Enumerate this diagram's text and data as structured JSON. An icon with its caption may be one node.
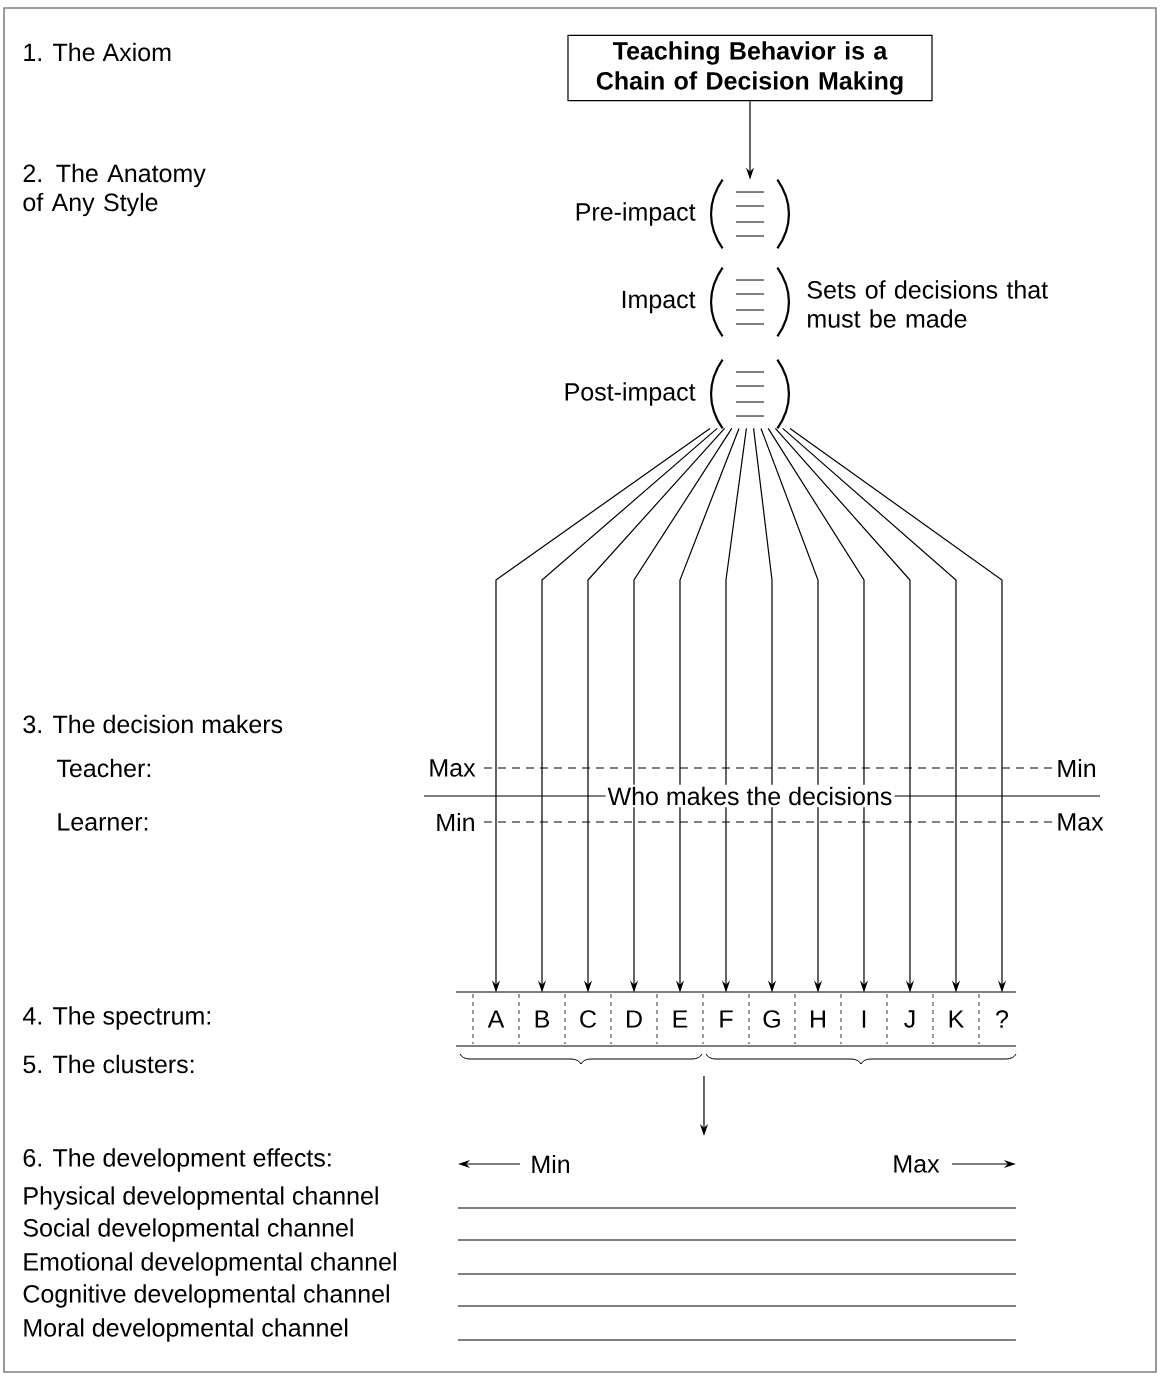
{
  "diagram": {
    "nodes": [
      {
        "text": [
          "Teaching Behavior is a Chain of Decision Making"
        ]
      },
      {
        "text": [],
        "shape": "bracket",
        "beside": [
          "Pre-impact"
        ]
      },
      {
        "text": [],
        "shape": "bracket",
        "beside": [
          "Impact",
          "Sets of decisions that must be made"
        ]
      },
      {
        "text": [],
        "shape": "bracket",
        "beside": [
          "Post-impact"
        ]
      },
      {
        "text": [
          "A"
        ]
      },
      {
        "text": [
          "B"
        ]
      },
      {
        "text": [
          "C"
        ]
      },
      {
        "text": [
          "D"
        ]
      },
      {
        "text": [
          "E"
        ]
      },
      {
        "text": [
          "F"
        ]
      },
      {
        "text": [
          "G"
        ]
      },
      {
        "text": [
          "H"
        ]
      },
      {
        "text": [
          "I"
        ]
      },
      {
        "text": [
          "J"
        ]
      },
      {
        "text": [
          "K"
        ]
      },
      {
        "text": [
          "?"
        ]
      }
    ],
    "edges": [
      {
        "from": 0,
        "to": 1,
        "arrow": "to"
      },
      {
        "from": 3,
        "to": 4,
        "arrow": "to"
      },
      {
        "from": 3,
        "to": 5,
        "arrow": "to"
      },
      {
        "from": 3,
        "to": 6,
        "arrow": "to"
      },
      {
        "from": 3,
        "to": 7,
        "arrow": "to"
      },
      {
        "from": 3,
        "to": 8,
        "arrow": "to"
      },
      {
        "from": 3,
        "to": 9,
        "arrow": "to"
      },
      {
        "from": 3,
        "to": 10,
        "arrow": "to"
      },
      {
        "from": 3,
        "to": 11,
        "arrow": "to"
      },
      {
        "from": 3,
        "to": 12,
        "arrow": "to"
      },
      {
        "from": 3,
        "to": 13,
        "arrow": "to"
      },
      {
        "from": 3,
        "to": 14,
        "arrow": "to"
      },
      {
        "from": 3,
        "to": 15,
        "arrow": "to"
      }
    ],
    "labels": [
      "1. The Axiom",
      "2. The Anatomy of Any Style",
      "3. The decision makers",
      "Teacher:",
      "Max",
      "Min",
      "Who makes the decisions",
      "Learner:",
      "Min",
      "Max",
      "4. The spectrum:",
      "5. The clusters:",
      "6. The development effects:",
      "Min",
      "Max",
      "Physical developmental channel",
      "Social developmental channel",
      "Emotional developmental channel",
      "Cognitive developmental channel",
      "Moral developmental channel"
    ]
  }
}
